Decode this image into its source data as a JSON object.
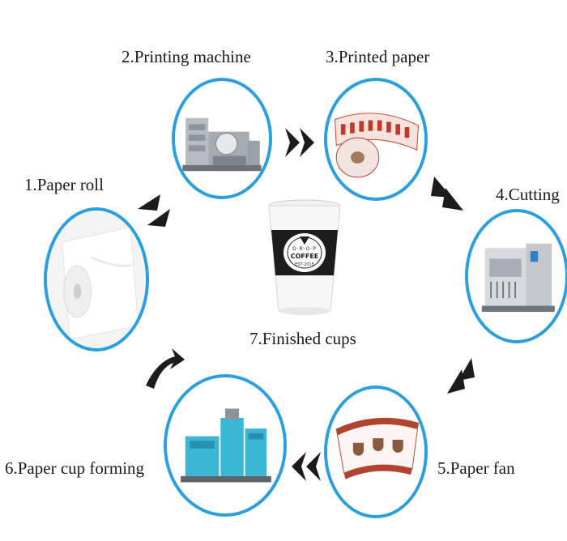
{
  "steps": [
    {
      "label": "1.Paper roll"
    },
    {
      "label": "2.Printing machine"
    },
    {
      "label": "3.Printed paper"
    },
    {
      "label": "4.Cutting"
    },
    {
      "label": "5.Paper fan"
    },
    {
      "label": "6.Paper cup forming"
    },
    {
      "label": "7.Finished cups"
    }
  ],
  "cup_brand": {
    "line1": "D·R·O·P",
    "line2": "COFFEE",
    "line3": "EST·2015"
  },
  "colors": {
    "circle_border": "#2a9fe0",
    "arrow": "#1c1c1c",
    "machine_blue": "#3bb7d6"
  },
  "icons": [
    "paper-roll-icon",
    "printing-machine-icon",
    "printed-paper-icon",
    "cutting-machine-icon",
    "paper-fan-icon",
    "cup-forming-machine-icon",
    "coffee-cup-icon",
    "chevron-arrow-icon"
  ]
}
